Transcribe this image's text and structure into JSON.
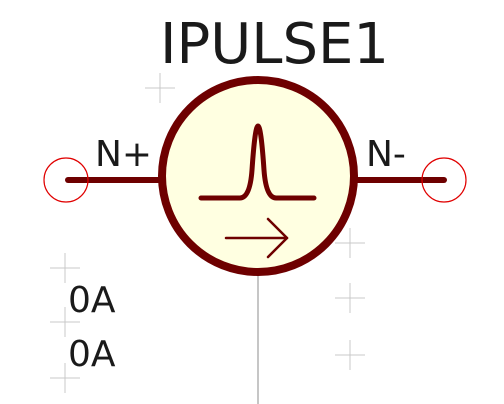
{
  "component": {
    "reference": "IPULSE1",
    "pin_left_label": "N+",
    "pin_right_label": "N-",
    "value_1": "0A",
    "value_2": "0A",
    "icon": "pulse-current-source-icon"
  },
  "colors": {
    "background": "#ffffff",
    "body_fill": "#ffffe1",
    "body_stroke": "#6e0000",
    "pin_marker": "#e00000",
    "grid_mark": "#c8c8c8",
    "wire": "#b4b4b4",
    "text": "#1a1a1a"
  }
}
